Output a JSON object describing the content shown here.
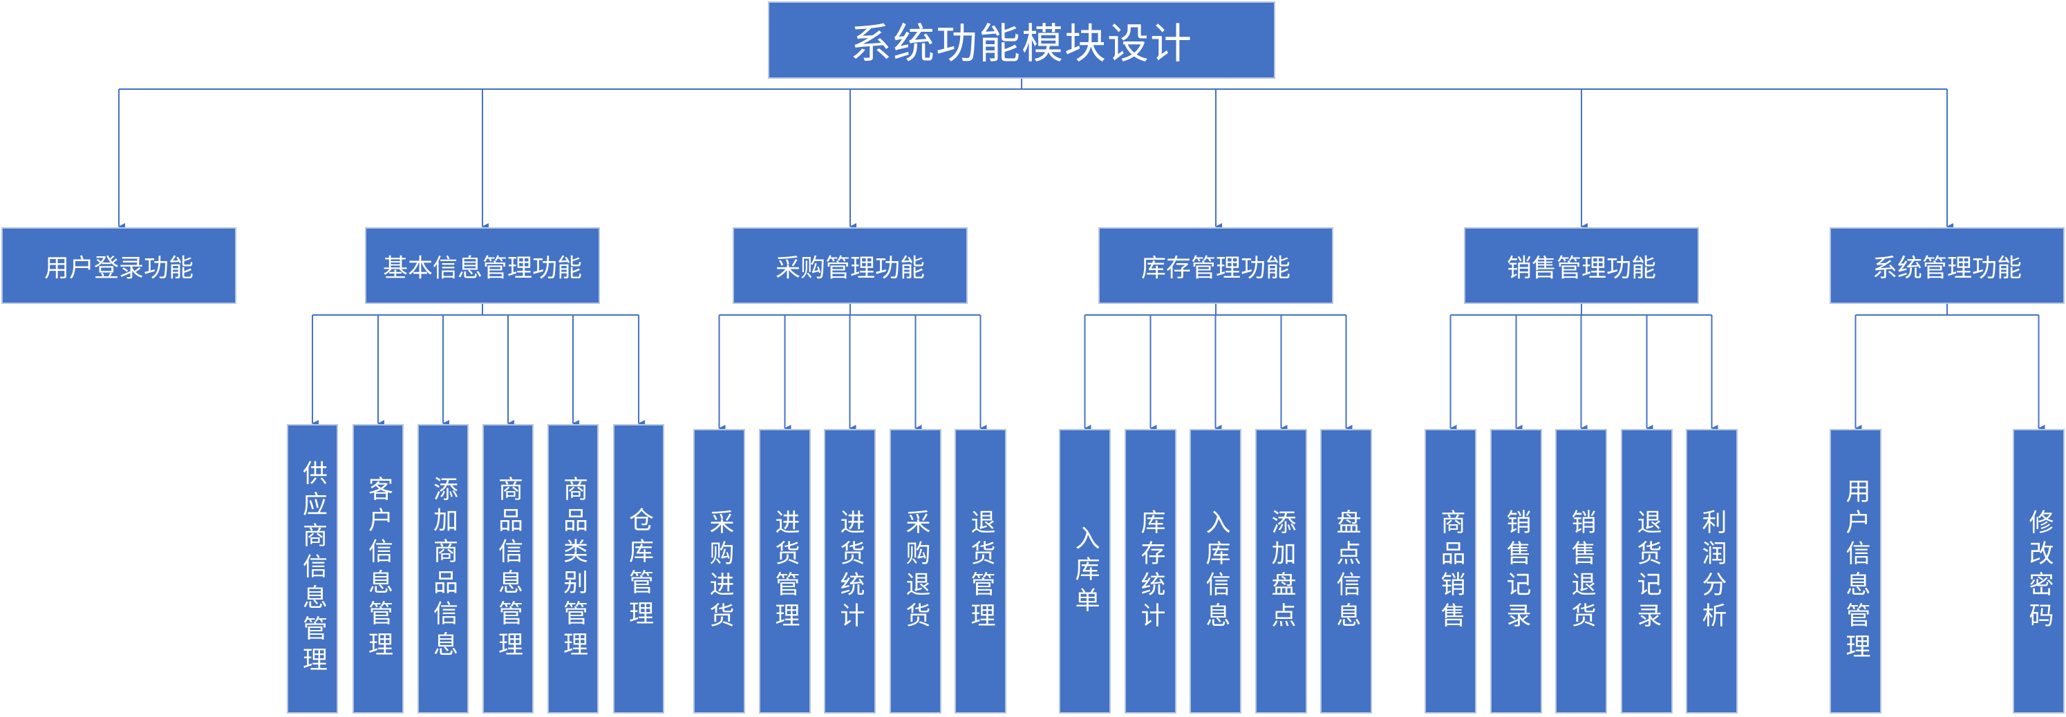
{
  "diagram": {
    "title": "系统功能模块设计",
    "colors": {
      "box_fill": "#4472C4",
      "box_border": "#B7C6DF",
      "line": "#4472C4",
      "text": "#FFFFFF"
    },
    "modules": [
      {
        "label": "用户登录功能",
        "children": []
      },
      {
        "label": "基本信息管理功能",
        "children": [
          "供应商信息管理",
          "客户信息管理",
          "添加商品信息",
          "商品信息管理",
          "商品类别管理",
          "仓库管理"
        ]
      },
      {
        "label": "采购管理功能",
        "children": [
          "采购进货",
          "进货管理",
          "进货统计",
          "采购退货",
          "退货管理"
        ]
      },
      {
        "label": "库存管理功能",
        "children": [
          "入库单",
          "库存统计",
          "入库信息",
          "添加盘点",
          "盘点信息"
        ]
      },
      {
        "label": "销售管理功能",
        "children": [
          "商品销售",
          "销售记录",
          "销售退货",
          "退货记录",
          "利润分析"
        ]
      },
      {
        "label": "系统管理功能",
        "children": [
          "用户信息管理",
          "修改密码"
        ]
      }
    ]
  }
}
